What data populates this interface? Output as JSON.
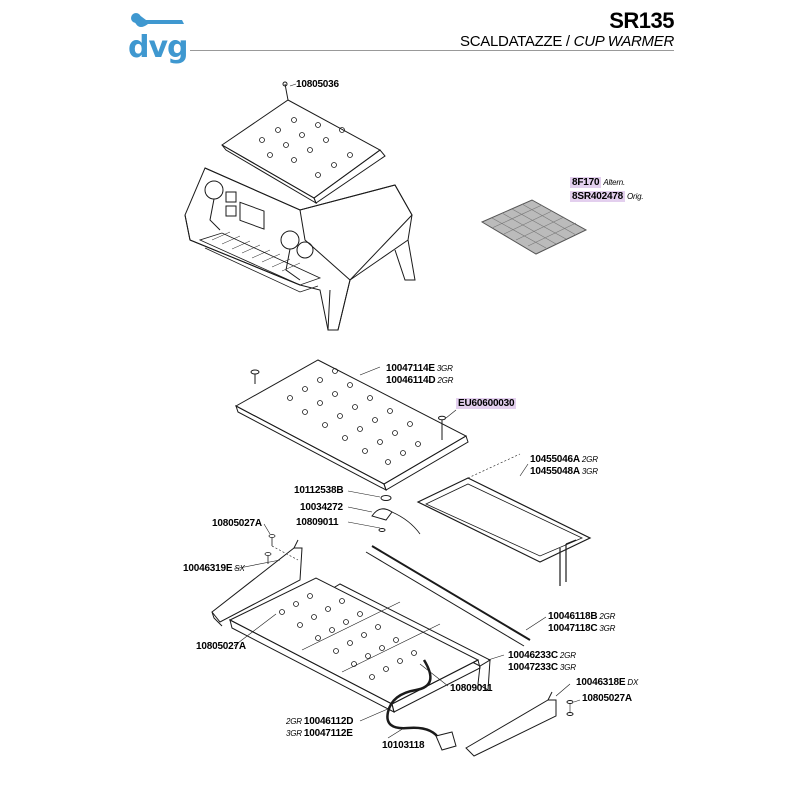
{
  "header": {
    "brand": "dvg",
    "model": "SR135",
    "subtitle_it": "SCALDATAZZE /",
    "subtitle_en": "CUP WARMER"
  },
  "parts": [
    {
      "code": "10805036",
      "note": ""
    },
    {
      "code": "8F170",
      "note": "Altern."
    },
    {
      "code": "8SR402478",
      "note": "Orig."
    },
    {
      "code": "10047114E",
      "note": "3GR"
    },
    {
      "code": "10046114D",
      "note": "2GR"
    },
    {
      "code": "EU60600030",
      "note": ""
    },
    {
      "code": "10455046A",
      "note": "2GR"
    },
    {
      "code": "10455048A",
      "note": "3GR"
    },
    {
      "code": "10112538B",
      "note": ""
    },
    {
      "code": "10034272",
      "note": ""
    },
    {
      "code": "10809011",
      "note": ""
    },
    {
      "code": "10805027A",
      "note": ""
    },
    {
      "code": "10046319E",
      "note": "SX"
    },
    {
      "code": "10805027A",
      "note": ""
    },
    {
      "code": "10046118B",
      "note": "2GR"
    },
    {
      "code": "10047118C",
      "note": "3GR"
    },
    {
      "code": "10046233C",
      "note": "2GR"
    },
    {
      "code": "10047233C",
      "note": "3GR"
    },
    {
      "code": "10809011",
      "note": ""
    },
    {
      "code": "10046318E",
      "note": "DX"
    },
    {
      "code": "10805027A",
      "note": ""
    },
    {
      "code": "10046112D",
      "note": "2GR"
    },
    {
      "code": "10047112E",
      "note": "3GR"
    },
    {
      "code": "10103118",
      "note": ""
    }
  ],
  "colors": {
    "brand": "#3f98d0",
    "highlight": "#e3cfee",
    "line": "#1a1a1a"
  }
}
